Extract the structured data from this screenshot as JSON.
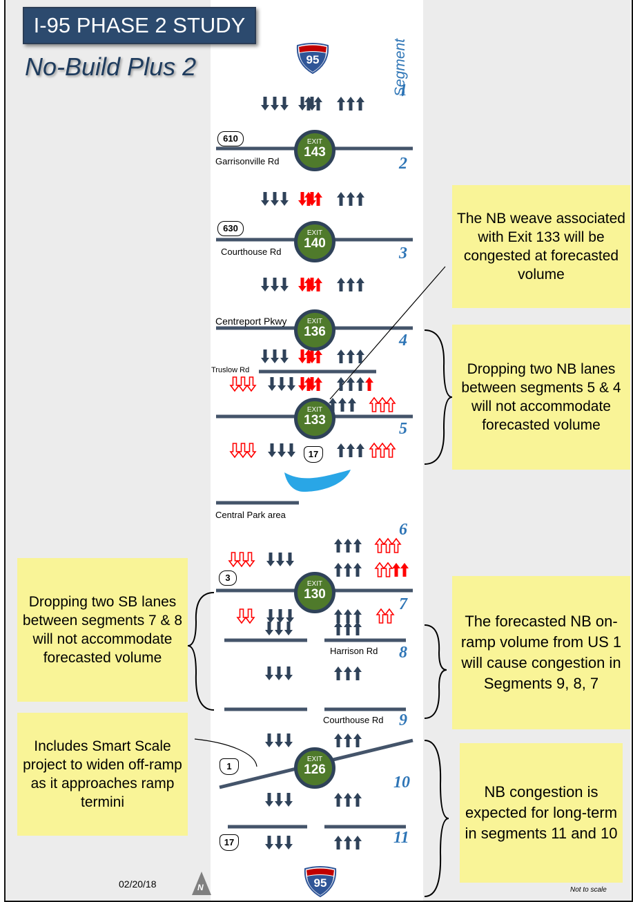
{
  "title": "I-95 PHASE 2 STUDY",
  "subtitle": "No-Build Plus 2",
  "segment_heading": "Segment",
  "interstate_shield": "95",
  "date": "02/20/18",
  "north_label": "N",
  "not_to_scale": "Not to scale",
  "segments": [
    "1",
    "2",
    "3",
    "4",
    "5",
    "6",
    "7",
    "8",
    "9",
    "10",
    "11"
  ],
  "exits": [
    {
      "label": "EXIT",
      "number": "143"
    },
    {
      "label": "EXIT",
      "number": "140"
    },
    {
      "label": "EXIT",
      "number": "136"
    },
    {
      "label": "EXIT",
      "number": "133"
    },
    {
      "label": "EXIT",
      "number": "130"
    },
    {
      "label": "EXIT",
      "number": "126"
    }
  ],
  "roads": {
    "garrisonville": "Garrisonville Rd",
    "courthouse_top": "Courthouse Rd",
    "centreport": "Centreport Pkwy",
    "truslow": "Truslow Rd",
    "central_park": "Central Park area",
    "harrison": "Harrison Rd",
    "courthouse_bottom": "Courthouse Rd"
  },
  "routes": {
    "r610": "610",
    "r630": "630",
    "r17_top": "17",
    "r3": "3",
    "r1": "1",
    "r17_bottom": "17"
  },
  "callouts": {
    "nb_weave": "The NB weave associated with Exit 133 will be congested at forecasted volume",
    "nb_drop": "Dropping two NB lanes between segments 5 & 4 will not accommodate forecasted volume",
    "sb_drop": "Dropping two SB lanes between segments 7 & 8 will not accommodate forecasted volume",
    "on_ramp": "The forecasted NB on-ramp volume from US 1 will cause congestion in Segments 9, 8, 7",
    "smart_scale": "Includes Smart Scale project to widen off-ramp as it approaches ramp termini",
    "nb_long_term": "NB congestion is expected for long-term in segments 11 and 10"
  },
  "colors": {
    "lane": "#2f4259",
    "congested": "#ff0000",
    "exit_fill": "#4f7a2b",
    "title_bg": "#2c4a6e",
    "callout_bg": "#f9f497",
    "segment_text": "#2e75b6"
  }
}
